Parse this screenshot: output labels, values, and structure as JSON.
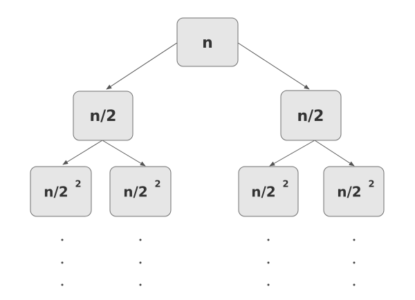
{
  "nodes": {
    "root": {
      "label": "n"
    },
    "left_child": {
      "label": "n/2"
    },
    "right_child": {
      "label": "n/2"
    },
    "leaf_1": {
      "base": "n/2",
      "exponent": "2"
    },
    "leaf_2": {
      "base": "n/2",
      "exponent": "2"
    },
    "leaf_3": {
      "base": "n/2",
      "exponent": "2"
    },
    "leaf_4": {
      "base": "n/2",
      "exponent": "2"
    }
  },
  "continuation": ".",
  "colors": {
    "node_fill": "#e6e6e6",
    "node_stroke": "#6f6f6f",
    "edge": "#555555",
    "text": "#333333"
  }
}
